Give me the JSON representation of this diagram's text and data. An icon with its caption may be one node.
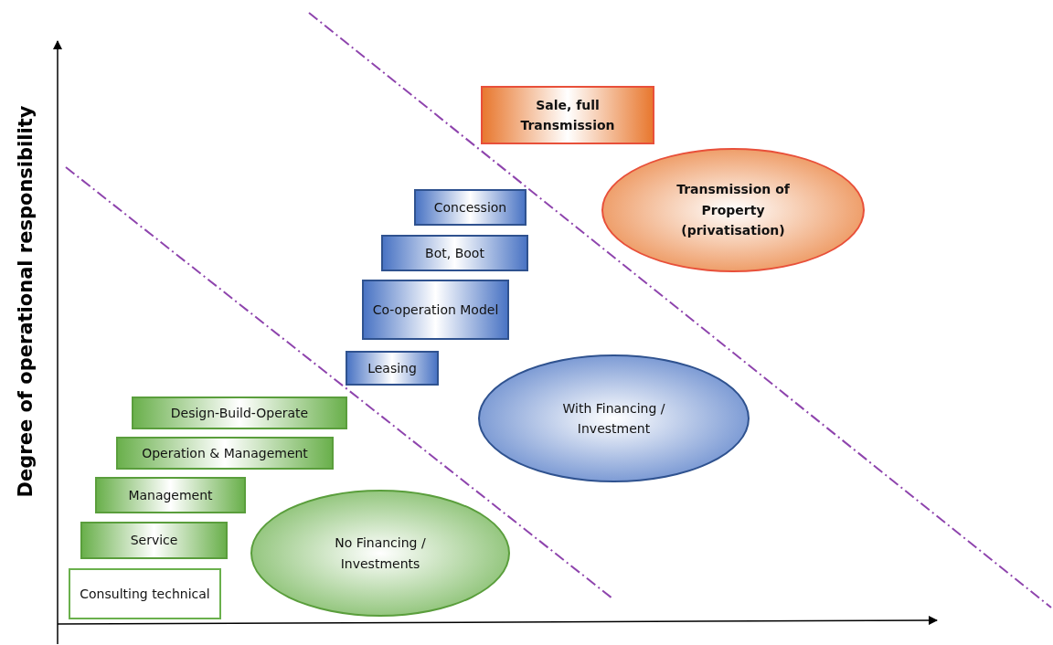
{
  "diagram": {
    "nodes": [
      {
        "text": [
          "Sale, full Transmission"
        ]
      },
      {
        "text": [
          "Transmission of Property (privatisation)"
        ]
      },
      {
        "text": [
          "Concession"
        ]
      },
      {
        "text": [
          "Bot, Boot"
        ]
      },
      {
        "text": [
          "Co-operation Model"
        ]
      },
      {
        "text": [
          "Leasing"
        ]
      },
      {
        "text": [
          "With Financing / Investment"
        ]
      },
      {
        "text": [
          "Design-Build-Operate"
        ]
      },
      {
        "text": [
          "Operation & Management"
        ]
      },
      {
        "text": [
          "Management"
        ]
      },
      {
        "text": [
          "Service"
        ]
      },
      {
        "text": [
          "No Financing / Investments"
        ]
      },
      {
        "text": [
          "Consulting technical"
        ]
      }
    ],
    "labels": [
      "Degree of operational responsibility"
    ]
  }
}
